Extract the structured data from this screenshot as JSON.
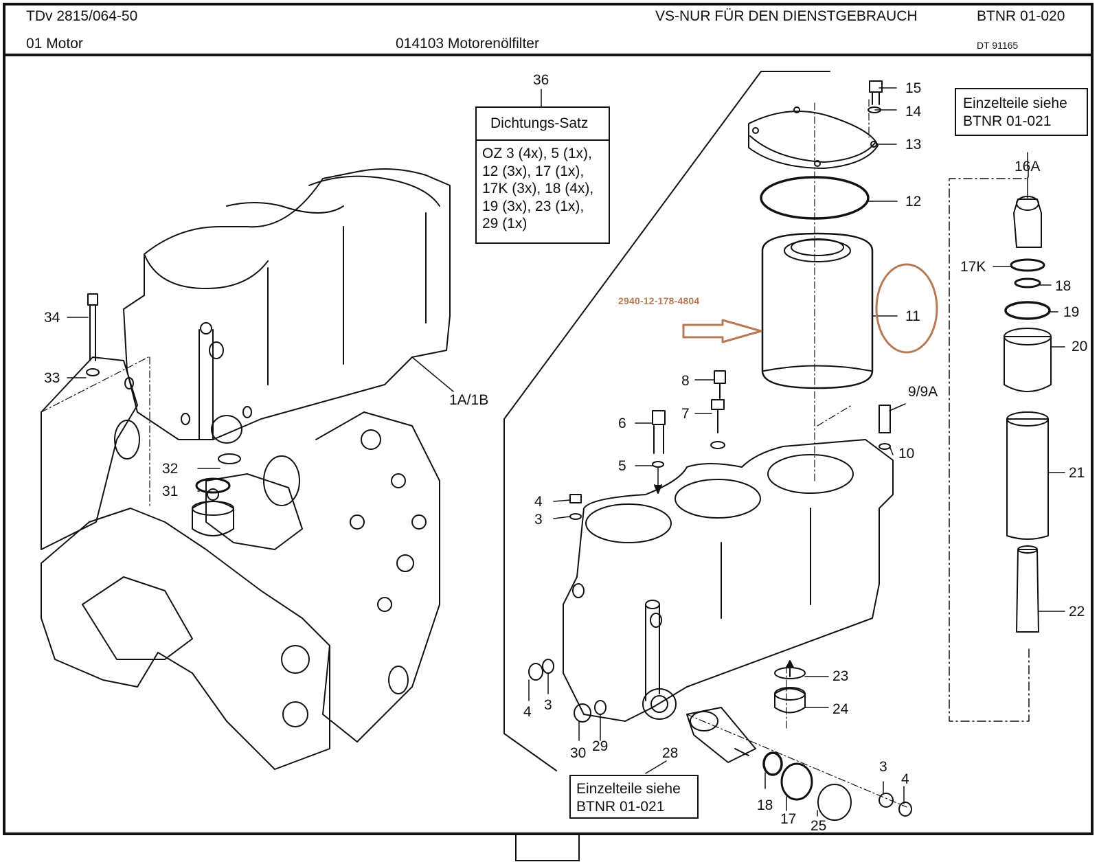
{
  "header": {
    "doc_id": "TDv 2815/064-50",
    "classification": "VS-NUR FÜR DEN DIENSTGEBRAUCH",
    "page_ref": "BTNR 01-020",
    "group": "01 Motor",
    "subgroup": "014103 Motorenölfilter",
    "drawing_no": "DT 91165"
  },
  "gasket_set": {
    "item": "36",
    "title": "Dichtungs-Satz",
    "lines": [
      "OZ 3 (4x), 5 (1x),",
      "12 (3x), 17 (1x),",
      "17K (3x), 18 (4x),",
      "19 (3x), 23 (1x),",
      "29 (1x)"
    ]
  },
  "refs": {
    "right": [
      "Einzelteile siehe",
      "BTNR 01-021"
    ],
    "bottom": [
      "Einzelteile siehe",
      "BTNR 01-021"
    ]
  },
  "annotation": {
    "part_number": "2940-12-178-4804",
    "color": "#b87a55",
    "highlighted_item": "11"
  },
  "callouts": {
    "c15": "15",
    "c14": "14",
    "c13": "13",
    "c12": "12",
    "c11": "11",
    "c16A": "16A",
    "c17K": "17K",
    "c18a": "18",
    "c19": "19",
    "c20": "20",
    "c21": "21",
    "c22": "22",
    "c34": "34",
    "c33": "33",
    "c32": "32",
    "c31": "31",
    "c1A": "1A/1B",
    "c8": "8",
    "c7": "7",
    "c6": "6",
    "c5": "5",
    "c9": "9/9A",
    "c10": "10",
    "c4a": "4",
    "c3a": "3",
    "c4b": "4",
    "c3b": "3",
    "c30": "30",
    "c29": "29",
    "c28": "28",
    "c23": "23",
    "c24": "24",
    "c18b": "18",
    "c17": "17",
    "c25": "25",
    "c3c": "3",
    "c4c": "4"
  }
}
